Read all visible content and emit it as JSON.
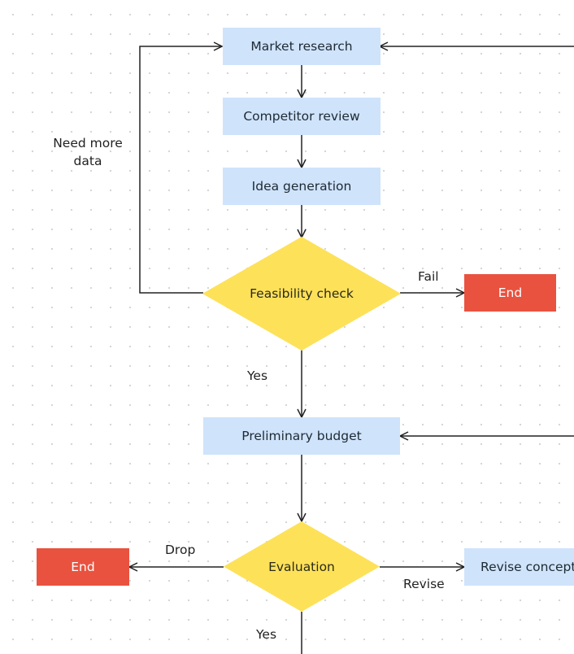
{
  "colors": {
    "process": "#cfe3fb",
    "decision": "#fde159",
    "terminal": "#e9523f",
    "edge": "#222222"
  },
  "nodes": {
    "market_research": "Market research",
    "competitor_review": "Competitor review",
    "idea_generation": "Idea generation",
    "feasibility_check": "Feasibility check",
    "end_fail": "End",
    "preliminary_budget": "Preliminary budget",
    "evaluation": "Evaluation",
    "end_drop": "End",
    "revise_concepts": "Revise concepts"
  },
  "edge_labels": {
    "need_more_data": "Need more data",
    "fail": "Fail",
    "yes_feasibility": "Yes",
    "drop": "Drop",
    "revise": "Revise",
    "yes_evaluation": "Yes"
  }
}
